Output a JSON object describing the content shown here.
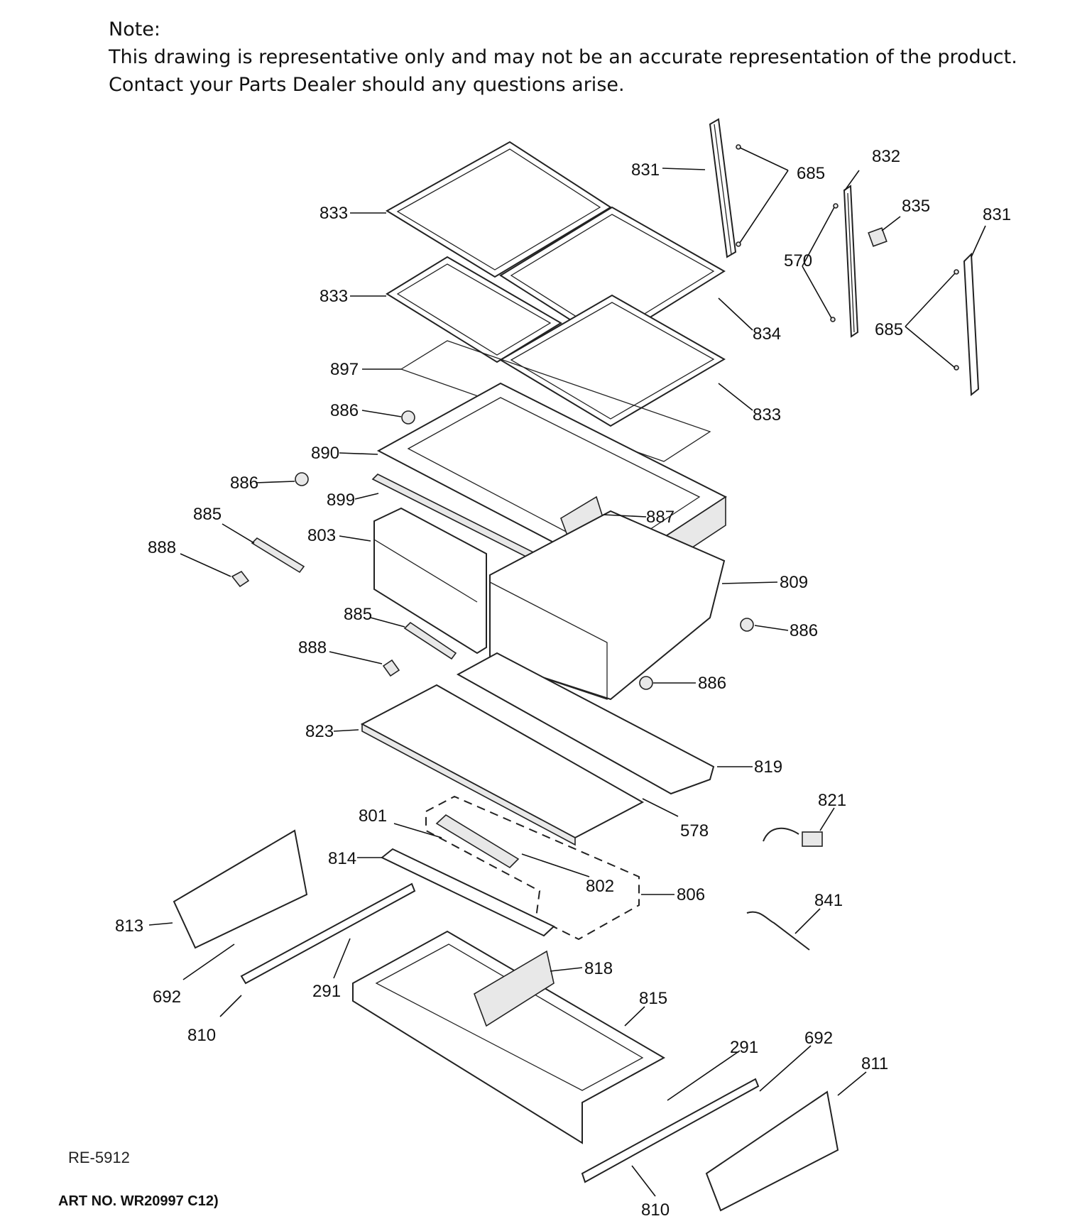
{
  "note": {
    "heading": "Note:",
    "line1": "This drawing is representative only and may not be an accurate representation of the product.",
    "line2": "Contact your Parts Dealer should any questions arise."
  },
  "diagram_id": "RE-5912",
  "art_no": "ART NO. WR20997 C12)",
  "callouts": [
    {
      "id": "c831a",
      "text": "831"
    },
    {
      "id": "c685a",
      "text": "685"
    },
    {
      "id": "c832",
      "text": "832"
    },
    {
      "id": "c835",
      "text": "835"
    },
    {
      "id": "c831b",
      "text": "831"
    },
    {
      "id": "c833a",
      "text": "833"
    },
    {
      "id": "c570",
      "text": "570"
    },
    {
      "id": "c833b",
      "text": "833"
    },
    {
      "id": "c834",
      "text": "834"
    },
    {
      "id": "c685b",
      "text": "685"
    },
    {
      "id": "c897",
      "text": "897"
    },
    {
      "id": "c833c",
      "text": "833"
    },
    {
      "id": "c886a",
      "text": "886"
    },
    {
      "id": "c890",
      "text": "890"
    },
    {
      "id": "c886b",
      "text": "886"
    },
    {
      "id": "c899",
      "text": "899"
    },
    {
      "id": "c887",
      "text": "887"
    },
    {
      "id": "c885a",
      "text": "885"
    },
    {
      "id": "c803",
      "text": "803"
    },
    {
      "id": "c888a",
      "text": "888"
    },
    {
      "id": "c809",
      "text": "809"
    },
    {
      "id": "c885b",
      "text": "885"
    },
    {
      "id": "c886c",
      "text": "886"
    },
    {
      "id": "c888b",
      "text": "888"
    },
    {
      "id": "c886d",
      "text": "886"
    },
    {
      "id": "c823",
      "text": "823"
    },
    {
      "id": "c819",
      "text": "819"
    },
    {
      "id": "c821",
      "text": "821"
    },
    {
      "id": "c801",
      "text": "801"
    },
    {
      "id": "c578",
      "text": "578"
    },
    {
      "id": "c814",
      "text": "814"
    },
    {
      "id": "c802",
      "text": "802"
    },
    {
      "id": "c806",
      "text": "806"
    },
    {
      "id": "c841",
      "text": "841"
    },
    {
      "id": "c813",
      "text": "813"
    },
    {
      "id": "c818",
      "text": "818"
    },
    {
      "id": "c692a",
      "text": "692"
    },
    {
      "id": "c291a",
      "text": "291"
    },
    {
      "id": "c815",
      "text": "815"
    },
    {
      "id": "c810a",
      "text": "810"
    },
    {
      "id": "c291b",
      "text": "291"
    },
    {
      "id": "c692b",
      "text": "692"
    },
    {
      "id": "c811",
      "text": "811"
    },
    {
      "id": "c810b",
      "text": "810"
    }
  ]
}
